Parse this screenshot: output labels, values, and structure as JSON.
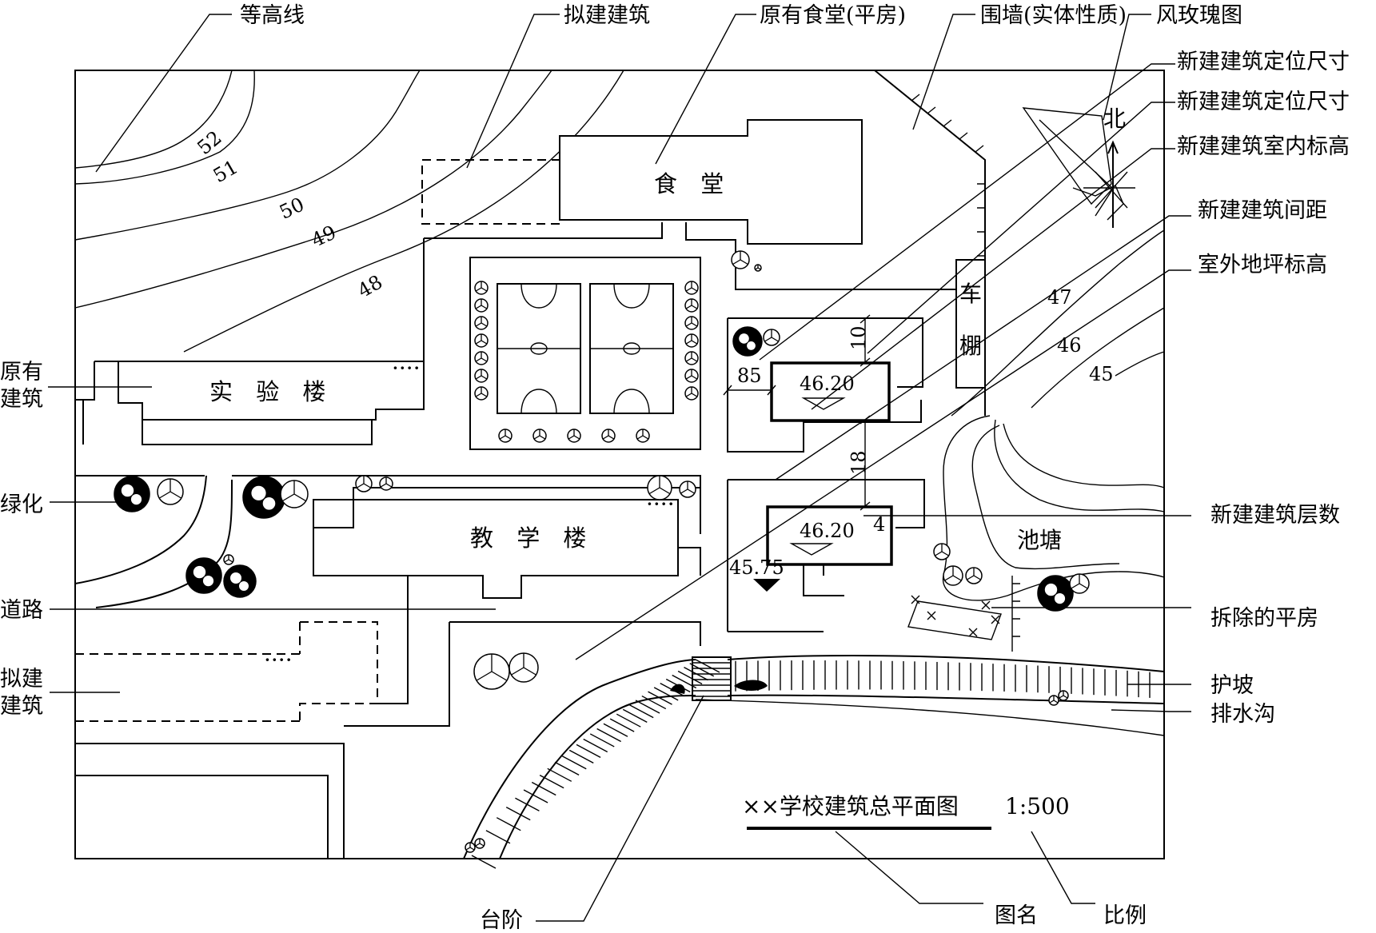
{
  "callouts": {
    "contour_line": "等高线",
    "proposed_building_top": "拟建建筑",
    "existing_canteen": "原有食堂(平房)",
    "enclosing_wall": "围墙(实体性质)",
    "wind_rose": "风玫瑰图",
    "new_position_dim_1": "新建建筑定位尺寸",
    "new_position_dim_2": "新建建筑定位尺寸",
    "new_indoor_elevation": "新建建筑室内标高",
    "new_building_spacing": "新建建筑间距",
    "outdoor_ground_elevation": "室外地坪标高",
    "new_building_floors": "新建建筑层数",
    "demolished_bungalow": "拆除的平房",
    "revetment": "护坡",
    "drainage_ditch": "排水沟",
    "existing_building": "原有建筑",
    "greening": "绿化",
    "road": "道路",
    "proposed_building_left": "拟建建筑",
    "steps": "台阶",
    "drawing_name": "图名",
    "scale": "比例"
  },
  "labels": {
    "canteen": "食 堂",
    "lab_building": "实 验 楼",
    "teaching_building": "教 学 楼",
    "bike_shed_1": "车",
    "bike_shed_2": "棚",
    "pond": "池塘",
    "north": "北"
  },
  "contours": [
    "52",
    "51",
    "50",
    "49",
    "48",
    "47",
    "46",
    "45"
  ],
  "dimensions": {
    "to_north_building": "10",
    "to_west": "85",
    "spacing": "18"
  },
  "elevations": {
    "building_north_indoor": "46.20",
    "building_south_indoor": "46.20",
    "outdoor_ground": "45.75"
  },
  "floors": "4",
  "title": {
    "name": "××学校建筑总平面图",
    "scale": "1:500"
  }
}
